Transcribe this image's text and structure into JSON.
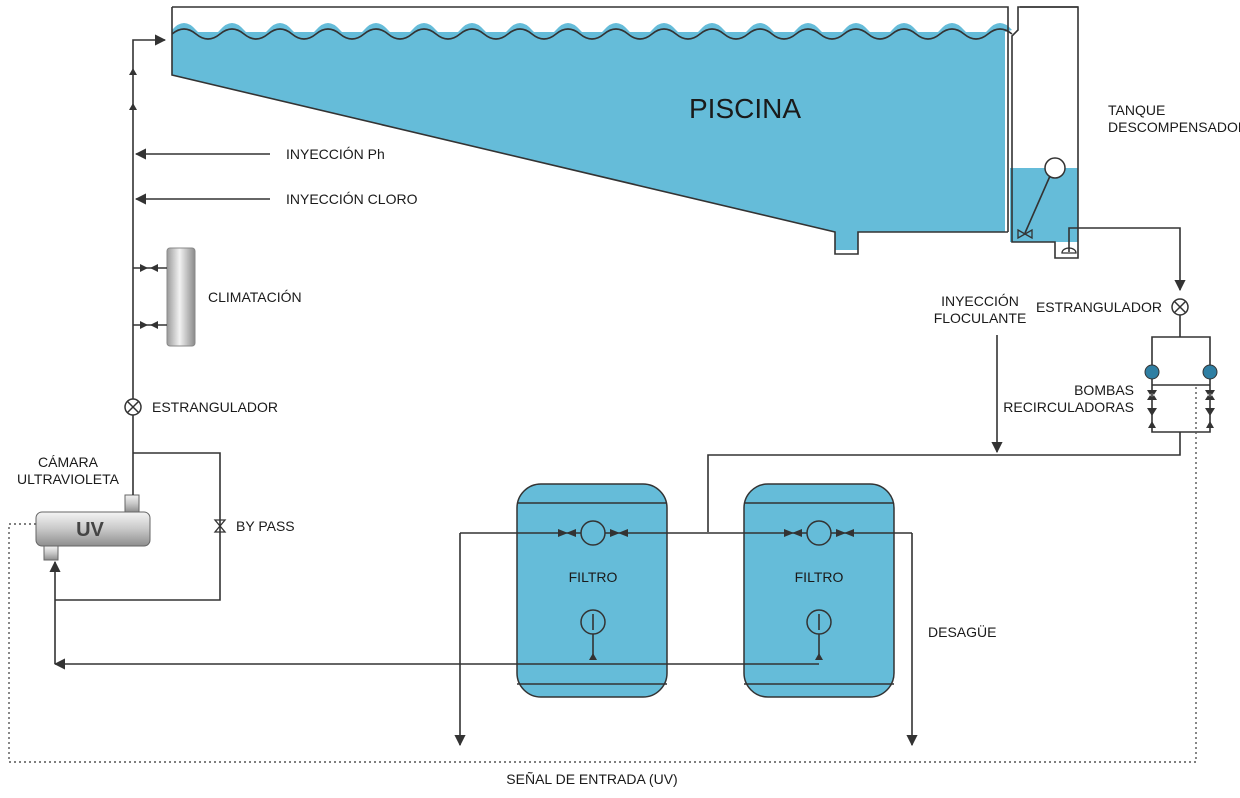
{
  "labels": {
    "pool": "PISCINA",
    "tank_line1": "TANQUE",
    "tank_line2": "DESCOMPENSADOR",
    "ph_injection": "INYECCIÓN Ph",
    "chlorine_injection": "INYECCIÓN CLORO",
    "heating": "CLIMATACIÓN",
    "throttle_left": "ESTRANGULADOR",
    "throttle_right": "ESTRANGULADOR",
    "uv_chamber_line1": "CÁMARA",
    "uv_chamber_line2": "ULTRAVIOLETA",
    "uv": "UV",
    "bypass": "BY PASS",
    "flocculant_line1": "INYECCIÓN",
    "flocculant_line2": "FLOCULANTE",
    "pumps_line1": "BOMBAS",
    "pumps_line2": "RECIRCULADORAS",
    "filter_1": "FILTRO",
    "filter_2": "FILTRO",
    "drain": "DESAGÜE",
    "input_signal": "SEÑAL DE ENTRADA (UV)"
  },
  "colors": {
    "water": "#65bcd9",
    "water_dark": "#3d9fc0",
    "pipe": "#333333",
    "pump": "#2f7fa3"
  }
}
